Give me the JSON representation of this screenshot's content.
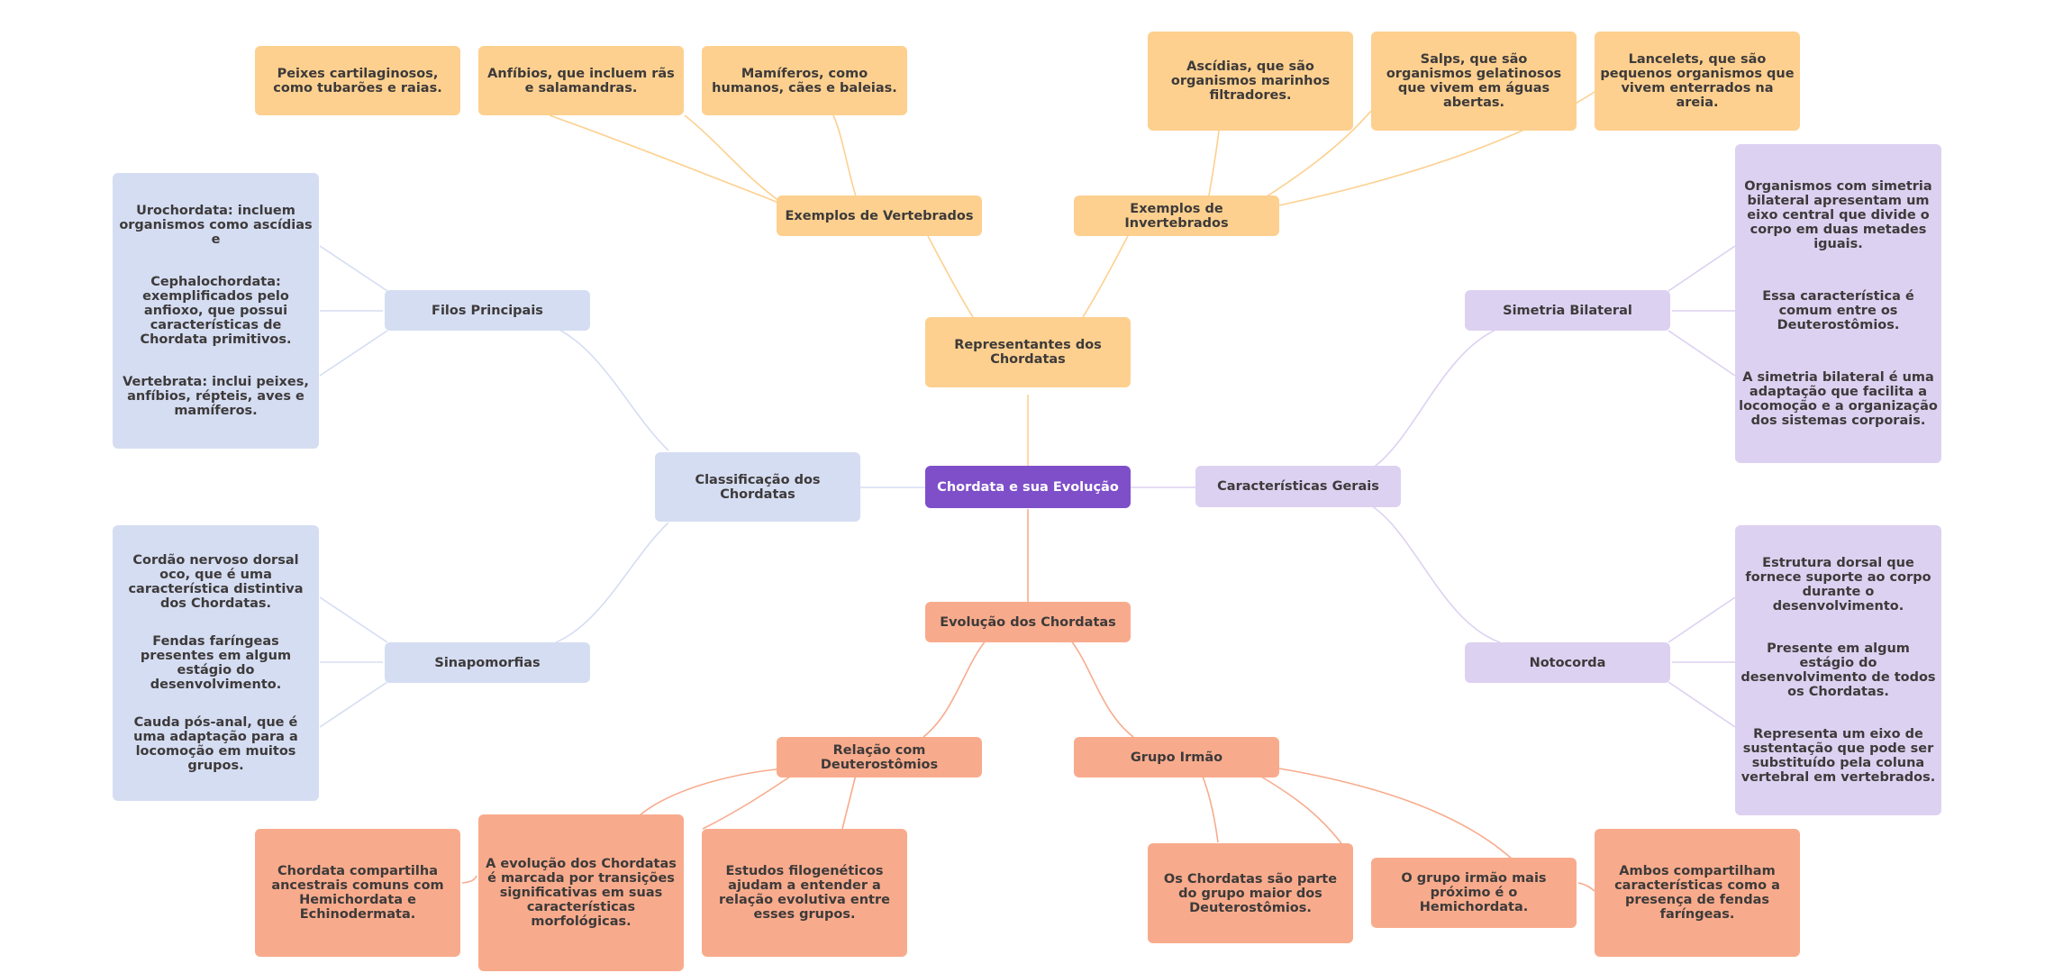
{
  "root": "Chordata e sua Evolução",
  "branches": {
    "representantes": {
      "title": "Representantes dos Chordatas",
      "vertebrados": {
        "title": "Exemplos de Vertebrados",
        "items": [
          "Peixes cartilaginosos, como tubarões e raias.",
          "Anfíbios, que incluem rãs e salamandras.",
          "Mamíferos, como humanos, cães e baleias."
        ]
      },
      "invertebrados": {
        "title": "Exemplos de Invertebrados",
        "items": [
          "Ascídias, que são organismos marinhos filtradores.",
          "Salps, que são organismos gelatinosos que vivem em águas abertas.",
          "Lancelets, que são pequenos organismos que vivem enterrados na areia."
        ]
      }
    },
    "classificacao": {
      "title": "Classificação dos Chordatas",
      "filos": {
        "title": "Filos Principais",
        "items": [
          "Urochordata: incluem organismos como ascídias e",
          "Cephalochordata: exemplificados pelo anfioxo, que possui características de Chordata primitivos.",
          "Vertebrata: inclui peixes, anfíbios, répteis, aves e mamíferos."
        ]
      },
      "sinapomorfias": {
        "title": "Sinapomorfias",
        "items": [
          "Cordão nervoso dorsal oco, que é uma característica distintiva dos Chordatas.",
          "Fendas faríngeas presentes em algum estágio do desenvolvimento.",
          "Cauda pós-anal, que é uma adaptação para a locomoção em muitos grupos."
        ]
      }
    },
    "caracteristicas": {
      "title": "Características Gerais",
      "simetria": {
        "title": "Simetria Bilateral",
        "items": [
          "Organismos com simetria bilateral apresentam um eixo central que divide o corpo em duas metades iguais.",
          "Essa característica é comum entre os Deuterostômios.",
          "A simetria bilateral é uma adaptação que facilita a locomoção e a organização dos sistemas corporais."
        ]
      },
      "notocorda": {
        "title": "Notocorda",
        "items": [
          "Estrutura dorsal que fornece suporte ao corpo durante o desenvolvimento.",
          "Presente em algum estágio do desenvolvimento de todos os Chordatas.",
          "Representa um eixo de sustentação que pode ser substituído pela coluna vertebral em vertebrados."
        ]
      }
    },
    "evolucao": {
      "title": "Evolução dos Chordatas",
      "deuterostomios": {
        "title": "Relação com Deuterostômios",
        "items": [
          "Chordata compartilha ancestrais comuns com Hemichordata e Echinodermata.",
          "A evolução dos Chordatas é marcada por transições significativas em suas características morfológicas.",
          "Estudos filogenéticos ajudam a entender a relação evolutiva entre esses grupos."
        ]
      },
      "grupo_irmao": {
        "title": "Grupo Irmão",
        "items": [
          "Os Chordatas são parte do grupo maior dos Deuterostômios.",
          "O grupo irmão mais próximo é o Hemichordata.",
          "Ambos compartilham características como a presença de fendas faríngeas."
        ]
      }
    }
  },
  "colors": {
    "root": "#7e4fc9",
    "orange": "#fdd08f",
    "salmon": "#f8ab8c",
    "blue": "#d5ddf2",
    "purple": "#ddd1f1"
  }
}
